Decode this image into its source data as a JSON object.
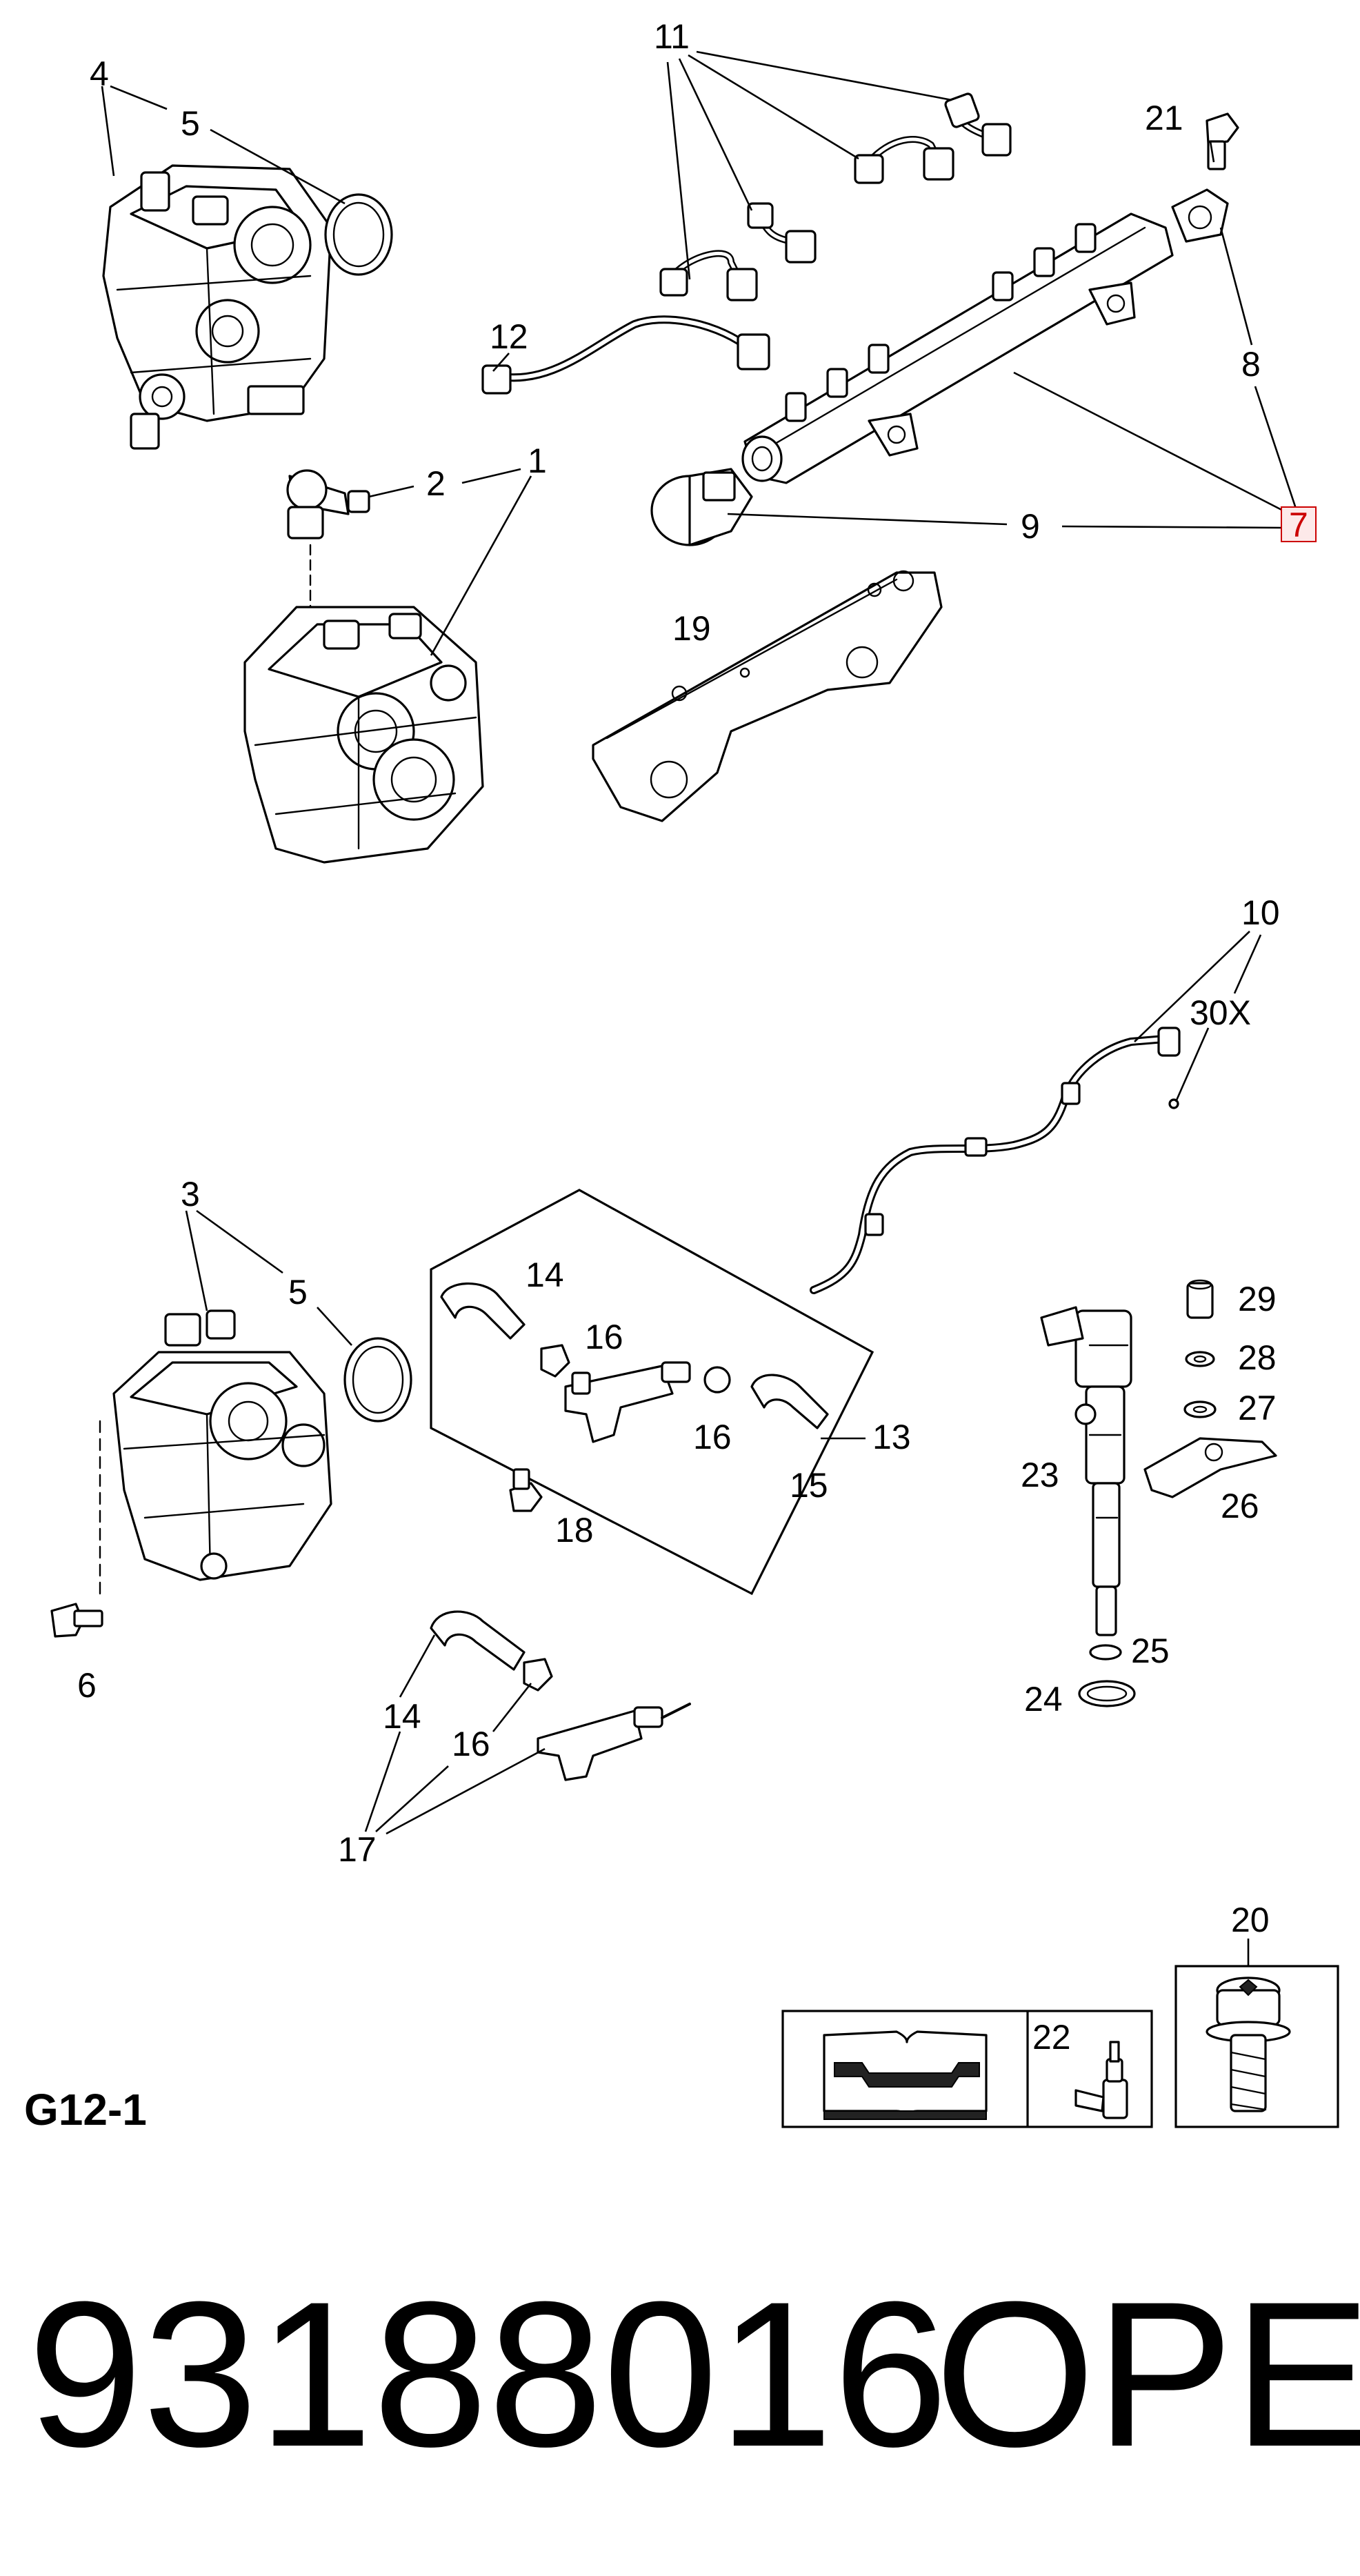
{
  "sheet_code": "G12-1",
  "part_number": "93188016",
  "brand": "OPEL",
  "highlighted_callout": "7",
  "highlight_color": "#cc0000",
  "callouts": {
    "c1": "1",
    "c2": "2",
    "c3": "3",
    "c4": "4",
    "c5a": "5",
    "c5b": "5",
    "c6": "6",
    "c7": "7",
    "c8": "8",
    "c9": "9",
    "c10": "10",
    "c11": "11",
    "c12": "12",
    "c13": "13",
    "c14a": "14",
    "c14b": "14",
    "c15": "15",
    "c16a": "16",
    "c16b": "16",
    "c16c": "16",
    "c17": "17",
    "c18": "18",
    "c19": "19",
    "c20": "20",
    "c21": "21",
    "c22": "22",
    "c23": "23",
    "c24": "24",
    "c25": "25",
    "c26": "26",
    "c27": "27",
    "c28": "28",
    "c29": "29",
    "c30x": "30X"
  },
  "icons": [
    "manual-book-wrench-icon",
    "sealant-tube-icon",
    "torx-screw-icon"
  ]
}
